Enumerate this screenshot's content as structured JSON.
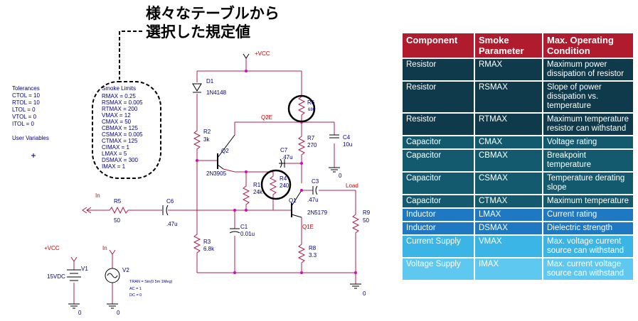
{
  "callout": {
    "line1": "様々なテーブルから",
    "line2": "選択した規定値"
  },
  "tolerances": {
    "title": "Tolerances",
    "items": [
      "CTOL = 10",
      "RTOL = 10",
      "LTOL = 0",
      "VTOL = 0",
      "ITOL = 0"
    ],
    "user_vars": "User Variables"
  },
  "smoke_limits": {
    "title": "Smoke Limits",
    "items": [
      "RMAX = 0.25",
      "RSMAX = 0.005",
      "RTMAX = 200",
      "VMAX = 12",
      "CMAX = 50",
      "CBMAX = 125",
      "CSMAX = 0.005",
      "CTMAX = 125",
      "CIMAX = 1",
      "LMAX = 5",
      "DSMAX = 300",
      "IMAX = 1"
    ]
  },
  "parts": {
    "vcc_top": "+VCC",
    "vcc_left": "+VCC",
    "d1": "D1",
    "d1_val": "1N4148",
    "r2": "R2",
    "r2_val": "3k",
    "q2": "Q2",
    "q2_val": "2N3905",
    "q2e": "Q2E",
    "r6": "R6",
    "r6_val": "680",
    "r7": "R7",
    "r7_val": "270",
    "c4": "C4",
    "c4_val": "10u",
    "c7": "C7",
    "c7_val": ".47u",
    "r1": "R1",
    "r1_val": "24k",
    "r4": "R4",
    "r4_val": "240",
    "c3": "C3",
    "c3_val": ".47u",
    "load": "Load",
    "in1": "In",
    "r5": "R5",
    "r5_val": "50",
    "c6": "C6",
    "c6_val": ".47u",
    "q1": "Q1",
    "q1_val": "2N5179",
    "r9": "R9",
    "r9_val": "50",
    "r3": "R3",
    "r3_val": "6.8k",
    "c1": "C1",
    "c1_val": "0.01u",
    "q1e": "Q1E",
    "r8": "R8",
    "r8_val": "3.3",
    "v1": "V1",
    "v1_val": "15VDC",
    "in2": "In",
    "v2": "V2",
    "v2_params": [
      "TRAN = Sin(0 5m 1Meg)",
      "AC = 1",
      "DC = 0"
    ],
    "gnd": "0"
  },
  "table": {
    "headers": [
      "Component",
      "Smoke Parameter",
      "Max. Operating Condition"
    ],
    "rows": [
      [
        "Resistor",
        "RMAX",
        "Maximum power dissipation of resistor"
      ],
      [
        "Resistor",
        "RSMAX",
        "Slope of power dissipation vs. temperature"
      ],
      [
        "Resistor",
        "RTMAX",
        "Maximum temperature resistor can withstand"
      ],
      [
        "Capacitor",
        "CMAX",
        "Voltage rating"
      ],
      [
        "Capacitor",
        "CBMAX",
        "Breakpoint temperature"
      ],
      [
        "Capacitor",
        "CSMAX",
        "Temperature derating slope"
      ],
      [
        "Capacitor",
        "CTMAX",
        "Maximum temperature"
      ],
      [
        "Inductor",
        "LMAX",
        "Current rating"
      ],
      [
        "Inductor",
        "DSMAX",
        "Dielectric strength"
      ],
      [
        "Current Supply",
        "VMAX",
        "Max. voltage current source can withstand"
      ],
      [
        "Voltage Supply",
        "IMAX",
        "Max. current voltage source can withstand"
      ]
    ],
    "colors": {
      "header": "#b01c2e",
      "resistor": "#0e3a4c",
      "capacitor": "#145a6e",
      "inductor": "#1e78c2",
      "current_supply": "#3ab5e6",
      "voltage_supply": "#5ec8f0"
    }
  },
  "colors": {
    "wire": "#b01c4a",
    "junction": "#e000c0",
    "text": "#000080",
    "label_red": "#cc0000",
    "highlight": "#000000"
  }
}
